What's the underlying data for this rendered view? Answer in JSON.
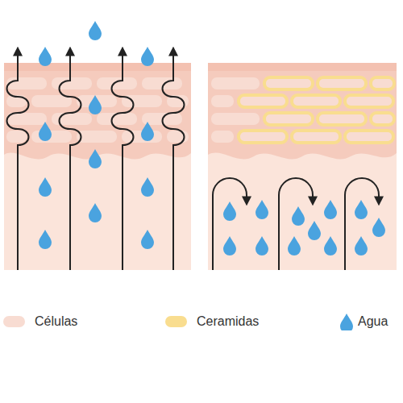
{
  "diagram": {
    "legend": [
      {
        "text": "Células",
        "color": "#f8dcd2"
      },
      {
        "text": "Ceramidas",
        "color": "#f9dd8f"
      },
      {
        "text": "Agua"
      }
    ]
  }
}
